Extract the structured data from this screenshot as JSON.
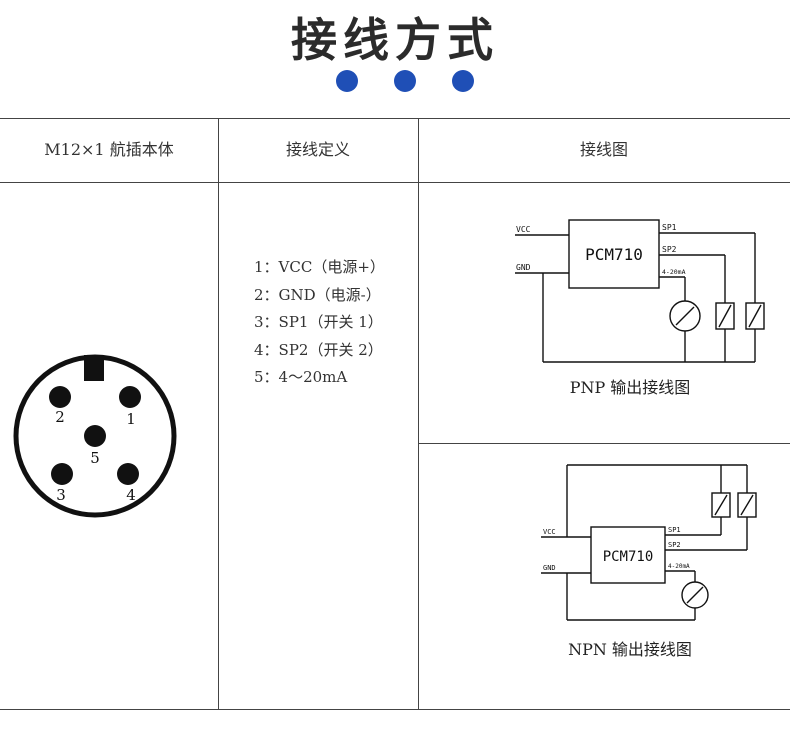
{
  "page": {
    "title": "接线方式"
  },
  "table": {
    "headers": [
      "M12×1 航插本体",
      "接线定义",
      "接线图"
    ]
  },
  "connector": {
    "pin_labels": [
      "1",
      "2",
      "3",
      "4",
      "5"
    ]
  },
  "definitions": [
    "1：VCC（电源+）",
    "2：GND（电源-）",
    "3：SP1（开关 1）",
    "4：SP2（开关 2）",
    "5：4～20mA"
  ],
  "pnp": {
    "device": "PCM710",
    "vcc": "VCC",
    "gnd": "GND",
    "sp1": "SP1",
    "sp2": "SP2",
    "analog": "4-20mA",
    "caption": "PNP 输出接线图"
  },
  "npn": {
    "device": "PCM710",
    "vcc": "VCC",
    "gnd": "GND",
    "sp1": "SP1",
    "sp2": "SP2",
    "analog": "4-20mA",
    "caption": "NPN 输出接线图"
  },
  "colors": {
    "accent_dots": "#1f4fb6",
    "lines": "#444444"
  }
}
